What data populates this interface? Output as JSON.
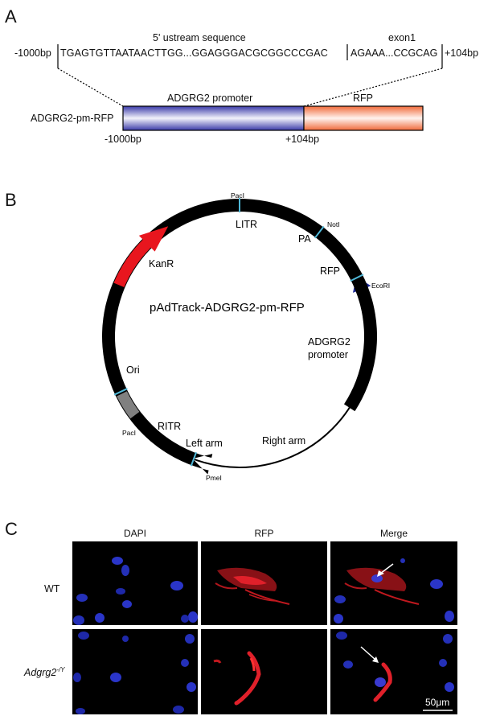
{
  "panel_a": {
    "letter": "A",
    "upstream_label": "5' ustream sequence",
    "exon_label": "exon1",
    "left_coord": "-1000bp",
    "right_coord": "+104bp",
    "upstream_seq": "TGAGTGTTAATAACTTGG...GGAGGGACGCGGCCCGAC",
    "exon_seq": "AGAAA...CCGCAG",
    "construct_name": "ADGRG2-pm-RFP",
    "promoter_label": "ADGRG2 promoter",
    "rfp_label": "RFP",
    "bar_left": "-1000bp",
    "bar_right": "+104bp",
    "colors": {
      "promoter": "#3a3aa8",
      "rfp": "#f06a3a"
    }
  },
  "panel_b": {
    "letter": "B",
    "plasmid_name": "pAdTrack-ADGRG2-pm-RFP",
    "segments": {
      "litr": "LITR",
      "pa": "PA",
      "rfp": "RFP",
      "promoter_line1": "ADGRG2",
      "promoter_line2": "promoter",
      "right_arm": "Right arm",
      "left_arm": "Left arm",
      "ritr": "RITR",
      "ori": "Ori",
      "kanr": "KanR"
    },
    "sites": {
      "pacI_top": "PacI",
      "notI": "NotI",
      "ecoRI": "EcoRI",
      "pmeI": "PmeI",
      "pacI_bottom": "PacI"
    },
    "colors": {
      "red": "#e8161e",
      "blue": "#1e2a96",
      "grey": "#808080",
      "black": "#000000",
      "site": "#4fb8d8"
    }
  },
  "panel_c": {
    "letter": "C",
    "columns": [
      "DAPI",
      "RFP",
      "Merge"
    ],
    "rows": {
      "wt": "WT",
      "mutant_base": "Adgrg2",
      "mutant_sup": "-/Y"
    },
    "scale_bar": "50μm"
  }
}
